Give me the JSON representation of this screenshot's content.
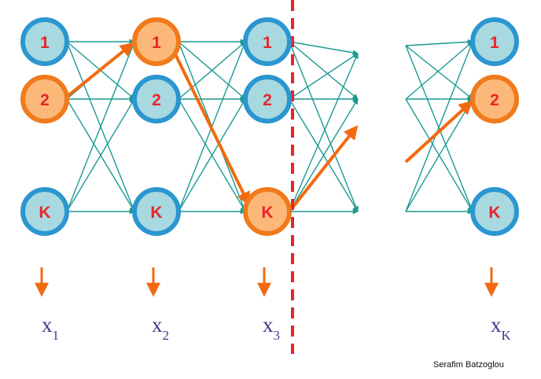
{
  "columns": [
    {
      "id": "c1",
      "states": [
        "1",
        "2",
        "K"
      ],
      "highlight": "2",
      "observation": {
        "base": "x",
        "sub": "1"
      }
    },
    {
      "id": "c2",
      "states": [
        "1",
        "2",
        "K"
      ],
      "highlight": "1",
      "observation": {
        "base": "x",
        "sub": "2"
      }
    },
    {
      "id": "c3",
      "states": [
        "1",
        "2",
        "K"
      ],
      "highlight": "K",
      "observation": {
        "base": "x",
        "sub": "3"
      }
    },
    {
      "id": "cK",
      "states": [
        "1",
        "2",
        "K"
      ],
      "highlight": "2",
      "observation": {
        "base": "x",
        "sub": "K"
      }
    }
  ],
  "credit": "Serafim Batzoglou",
  "colors": {
    "state_fill": "#a8d8e0",
    "state_stroke": "#2b96d0",
    "highlight_fill": "#fbb878",
    "highlight_stroke": "#f07a1c",
    "transition_arrow": "#1a9a93",
    "path_arrow": "#f26a10",
    "divider": "#e5242b",
    "label_text": "#e8242a",
    "observation_text": "#3d3a8c"
  }
}
